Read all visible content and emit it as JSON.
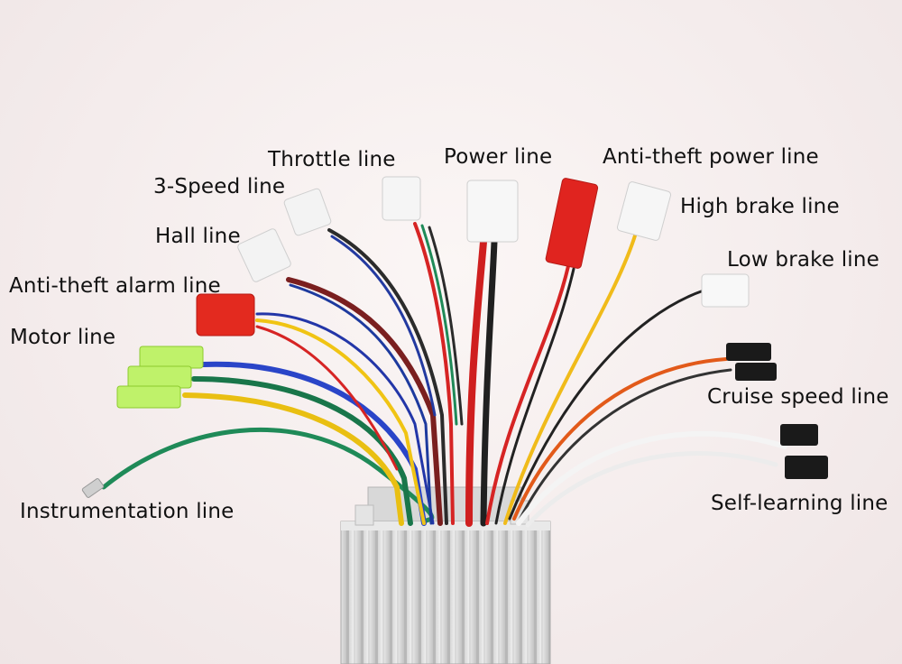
{
  "labels": {
    "throttle": "Throttle line",
    "power": "Power line",
    "antitheft_power": "Anti-theft power line",
    "speed3": "3-Speed line",
    "high_brake": "High brake line",
    "hall": "Hall line",
    "low_brake": "Low brake line",
    "antitheft_alarm": "Anti-theft alarm line",
    "motor": "Motor line",
    "cruise": "Cruise speed line",
    "instrumentation": "Instrumentation line",
    "self_learning": "Self-learning line"
  }
}
